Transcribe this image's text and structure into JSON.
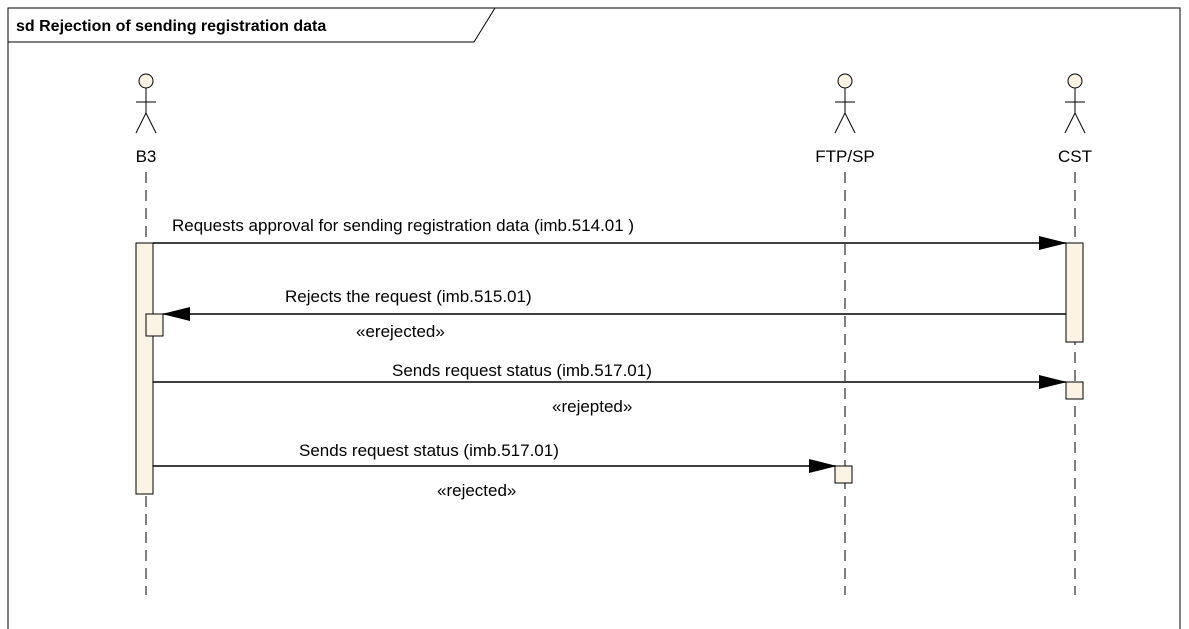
{
  "frame": {
    "title": "sd Rejection of sending registration data"
  },
  "actors": [
    {
      "id": "b3",
      "name": "B3"
    },
    {
      "id": "ftp",
      "name": "FTP/SP"
    },
    {
      "id": "cst",
      "name": "CST"
    }
  ],
  "messages": [
    {
      "id": "msg1",
      "from": "B3",
      "to": "CST",
      "label": "Requests approval for sending registration data (imb.514.01 )",
      "stereotype": ""
    },
    {
      "id": "msg2",
      "from": "CST",
      "to": "B3",
      "label": "Rejects the request (imb.515.01)",
      "stereotype": "«erejected»"
    },
    {
      "id": "msg3",
      "from": "B3",
      "to": "CST",
      "label": "Sends request status (imb.517.01)",
      "stereotype": "«rejepted»"
    },
    {
      "id": "msg4",
      "from": "B3",
      "to": "FTP/SP",
      "label": "Sends request status (imb.517.01)",
      "stereotype": "«rejected»"
    }
  ],
  "colors": {
    "activation_fill": "#fbf4e4",
    "line": "#000000",
    "background": "#ffffff"
  }
}
